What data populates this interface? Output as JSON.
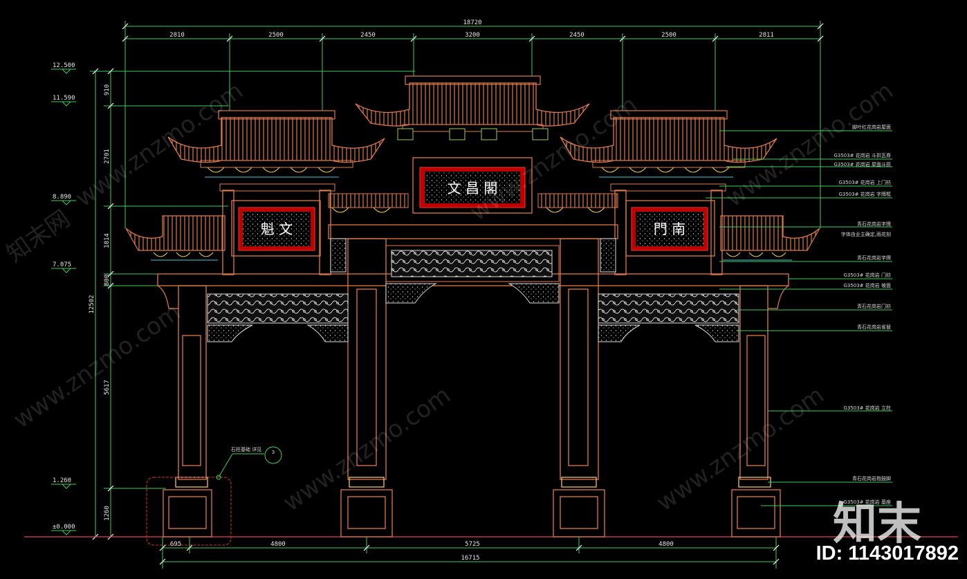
{
  "drawing": {
    "overall_top": "18720",
    "top_segments": [
      "2810",
      "2500",
      "2450",
      "3200",
      "2450",
      "2500",
      "2811"
    ],
    "overall_bottom": "16715",
    "bottom_segments": [
      "695",
      "4800",
      "5725",
      "4800"
    ],
    "elevations": [
      "12.500",
      "11.590",
      "8.890",
      "7.075",
      "1.260",
      "±0.000"
    ],
    "vertical_segments": [
      "910",
      "2701",
      "1814",
      "800",
      "5617",
      "1260"
    ],
    "vertical_total": "12502",
    "plaques": {
      "center": "文 昌 閣",
      "left": "魁 文",
      "right": "門 南"
    },
    "detail_callout": {
      "text": "石柱基础 详见",
      "number": "3"
    },
    "annotations": [
      "脚叶红花岗岩屋面",
      "G3503# 花岗岩 斗拱瓦脊",
      "G3503# 花岗岩 屋面斗拱",
      "G3503# 花岗岩 上门枋",
      "G3503# 花岗岩 字牌框",
      "青石花岗岩字牌",
      "字体由业主确定,雨花刻",
      "青石花岗岩字牌",
      "G3503# 花岗岩 门枋",
      "G3503# 花岗岩 坡面",
      "青石花岗岩门枋",
      "青石花岗岩雀替",
      "G3503# 花岗岩 立柱",
      "青石花岗岩抱鼓脚",
      "G3503# 花岗岩 基座"
    ]
  },
  "watermark": {
    "site": "www.znzmo.com",
    "brand": "知末",
    "cn_site": "知末网",
    "id": "ID: 1143017892"
  }
}
